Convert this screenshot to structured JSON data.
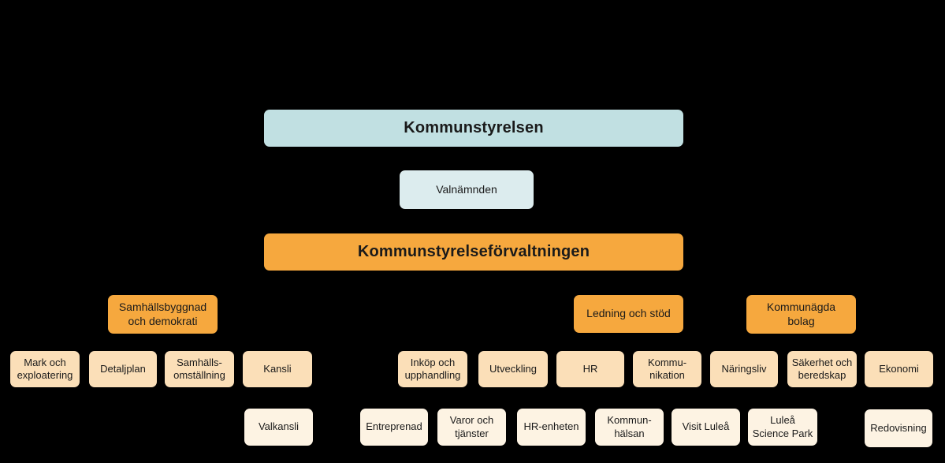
{
  "org_chart": {
    "board": {
      "label": "Kommunstyrelsen"
    },
    "committee": {
      "label": "Valnämnden"
    },
    "administration": {
      "label": "Kommunstyrelseförvaltningen"
    },
    "divisions": [
      {
        "label": "Samhällsbyggnad\noch demokrati"
      },
      {
        "label": "Ledning och stöd"
      },
      {
        "label": "Kommunägda\nbolag"
      }
    ],
    "departments": [
      {
        "label": "Mark och\nexploatering"
      },
      {
        "label": "Detaljplan"
      },
      {
        "label": "Samhälls-\nomställning"
      },
      {
        "label": "Kansli"
      },
      {
        "label": "Inköp och\nupphandling"
      },
      {
        "label": "Utveckling"
      },
      {
        "label": "HR"
      },
      {
        "label": "Kommu-\nnikation"
      },
      {
        "label": "Näringsliv"
      },
      {
        "label": "Säkerhet och\nberedskap"
      },
      {
        "label": "Ekonomi"
      }
    ],
    "units": [
      {
        "label": "Valkansli"
      },
      {
        "label": "Entreprenad"
      },
      {
        "label": "Varor och\ntjänster"
      },
      {
        "label": "HR-enheten"
      },
      {
        "label": "Kommun-\nhälsan"
      },
      {
        "label": "Visit Luleå"
      },
      {
        "label": "Luleå\nScience Park"
      },
      {
        "label": "Redovisning"
      }
    ],
    "colors": {
      "background": "#000000",
      "board_fill": "#c1e0e2",
      "committee_fill": "#dcecee",
      "administration_fill": "#f6a83e",
      "division_fill": "#f6a83e",
      "department_fill": "#fbdfb8",
      "unit_fill": "#fdf3e3",
      "text": "#1a1a1a"
    }
  }
}
